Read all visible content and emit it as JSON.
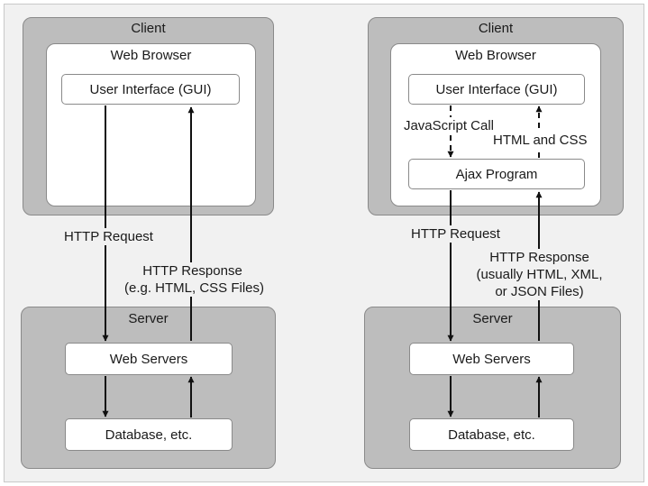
{
  "left": {
    "client_title": "Client",
    "browser_title": "Web Browser",
    "gui_label": "User Interface (GUI)",
    "request_label": "HTTP Request",
    "response_line1": "HTTP Response",
    "response_line2": "(e.g. HTML, CSS Files)",
    "server_title": "Server",
    "webservers_label": "Web Servers",
    "database_label": "Database, etc."
  },
  "right": {
    "client_title": "Client",
    "browser_title": "Web Browser",
    "gui_label": "User Interface (GUI)",
    "js_call_label": "JavaScript Call",
    "html_css_label": "HTML and CSS",
    "ajax_label": "Ajax Program",
    "request_label": "HTTP Request",
    "response_line1": "HTTP Response",
    "response_line2": "(usually HTML, XML,",
    "response_line3": "or JSON Files)",
    "server_title": "Server",
    "webservers_label": "Web Servers",
    "database_label": "Database, etc."
  },
  "colors": {
    "panel_fill": "#bdbdbd",
    "panel_border": "#8a8a8a",
    "background": "#f1f1f1",
    "arrow": "#111111"
  }
}
